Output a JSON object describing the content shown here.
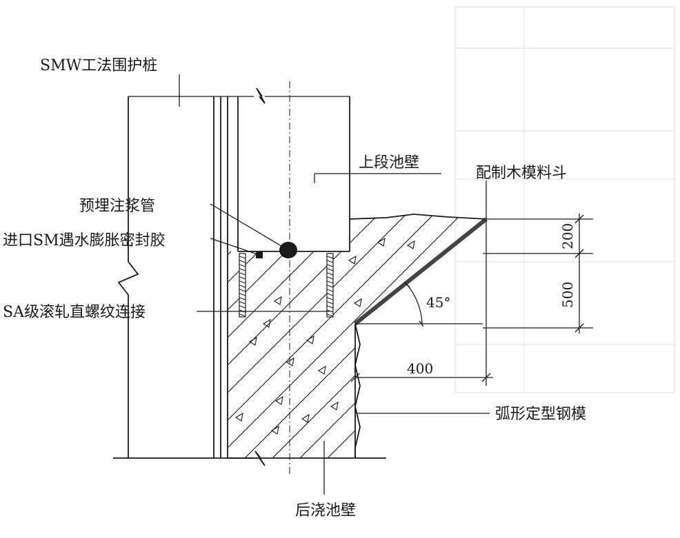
{
  "labels": {
    "smw_pile": "SMW工法围护桩",
    "upper_wall": "上段池壁",
    "wood_hopper": "配制木模料斗",
    "grout_pipe": "预埋注浆管",
    "sealant": "进口SM遇水膨胀密封胶",
    "rebar_connect": "SA级滚轧直螺纹连接",
    "steel_form": "弧形定型钢模",
    "post_cast_wall": "后浇池壁"
  },
  "dimensions": {
    "d200": "200",
    "d500": "500",
    "d400": "400",
    "angle": "45°"
  },
  "colors": {
    "line": "#1a1a1a",
    "hopper": "#444444"
  }
}
